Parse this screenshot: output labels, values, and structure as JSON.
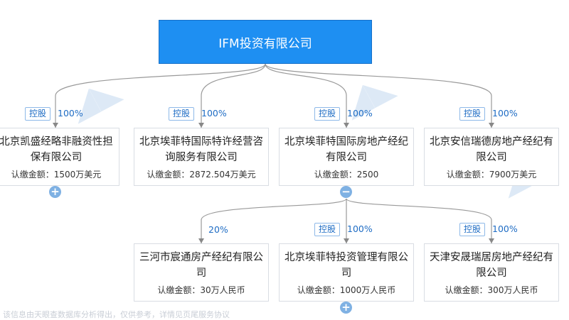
{
  "root": {
    "name": "IFM投资有限公司"
  },
  "level1": [
    {
      "name": "北京凯盛经略非融资性担保有限公司",
      "amount": "认缴金额：1500万美元",
      "relation": "控股",
      "percent": "100%",
      "toggle": "+"
    },
    {
      "name": "北京埃菲特国际特许经营咨询服务有限公司",
      "amount": "认缴金额：2872.504万美元",
      "relation": "控股",
      "percent": "100%"
    },
    {
      "name": "北京埃菲特国际房地产经纪有限公司",
      "amount": "认缴金额：2500",
      "relation": "控股",
      "percent": "100%",
      "toggle": "−"
    },
    {
      "name": "北京安信瑞德房地产经纪有限公司",
      "amount": "认缴金额：7900万美元",
      "relation": "控股",
      "percent": "100%"
    }
  ],
  "level2": [
    {
      "name": "三河市宸通房产经纪有限公司",
      "amount": "认缴金额：30万人民币",
      "percent": "20%"
    },
    {
      "name": "北京埃菲特投资管理有限公司",
      "amount": "认缴金额：1000万人民币",
      "relation": "控股",
      "percent": "100%",
      "toggle": "+"
    },
    {
      "name": "天津安晟瑞居房地产经纪有限公司",
      "amount": "认缴金额：300万人民币",
      "relation": "控股",
      "percent": "100%"
    }
  ],
  "disclaimer": "该信息由天眼查数据库分析得出，仅供参考，详情见页尾服务协议",
  "colors": {
    "root_fill": "#1e8ff2",
    "link": "#1e6cc4",
    "edge": "#999999"
  }
}
